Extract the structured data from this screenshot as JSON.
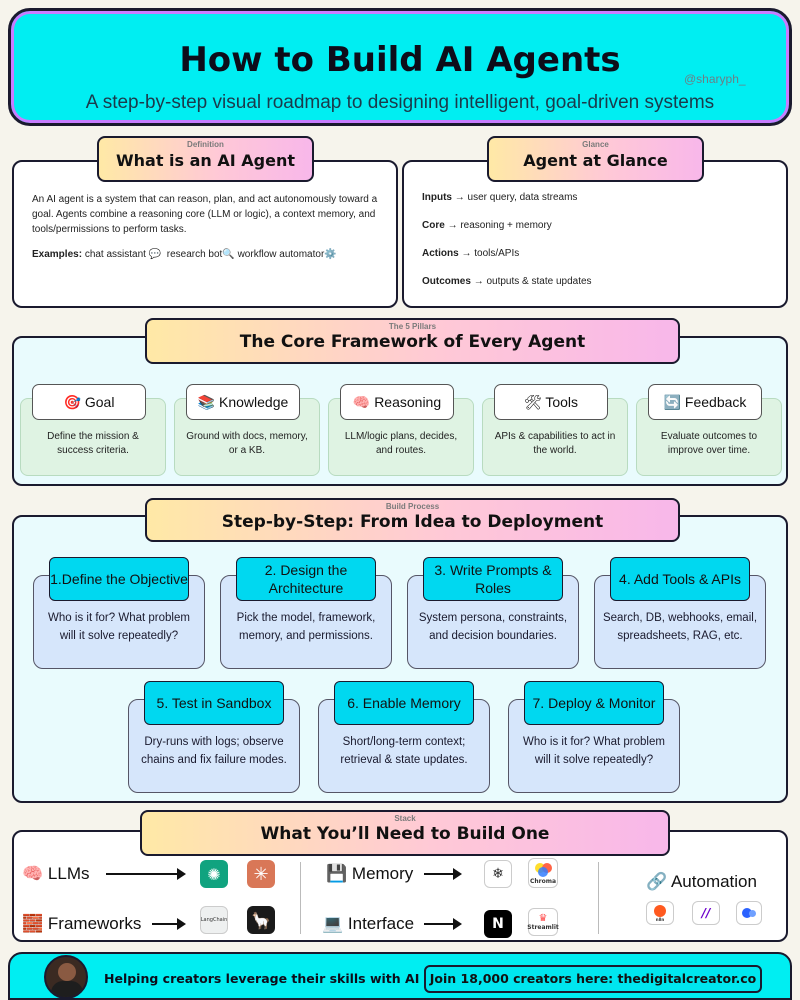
{
  "header": {
    "title": "How to Build AI Agents",
    "subtitle": "A step-by-step visual roadmap to designing intelligent, goal-driven systems",
    "handle": "@sharyph_"
  },
  "definition": {
    "tag": "Definition",
    "title": "What is an AI Agent",
    "body": "An AI agent is a system that can reason, plan, and act autonomously toward a goal. Agents combine a reasoning core (LLM or logic), a context memory, and tools/permissions to perform tasks.",
    "examples_label": "Examples:",
    "examples": [
      "chat assistant 💬",
      "research bot🔍",
      "workflow automator⚙️"
    ]
  },
  "glance": {
    "tag": "Glance",
    "title": "Agent at Glance",
    "lines": [
      {
        "key": "Inputs",
        "value": "→ user query, data streams"
      },
      {
        "key": "Core",
        "value": "→ reasoning + memory"
      },
      {
        "key": "Actions",
        "value": "→ tools/APIs"
      },
      {
        "key": "Outcomes",
        "value": "→ outputs & state updates"
      }
    ]
  },
  "pillars": {
    "tag": "The 5 Pillars",
    "title": "The Core Framework of Every Agent",
    "items": [
      {
        "icon": "🎯",
        "label": "Goal",
        "desc": "Define the mission & success criteria."
      },
      {
        "icon": "📚",
        "label": "Knowledge",
        "desc": "Ground with docs, memory, or a KB."
      },
      {
        "icon": "🧠",
        "label": "Reasoning",
        "desc": "LLM/logic plans, decides, and routes."
      },
      {
        "icon": "🛠",
        "label": "Tools",
        "desc": "APIs & capabilities to act in the world."
      },
      {
        "icon": "🔄",
        "label": "Feedback",
        "desc": "Evaluate outcomes to improve over time."
      }
    ]
  },
  "process": {
    "tag": "Build Process",
    "title": "Step-by-Step: From Idea to Deployment",
    "steps": [
      {
        "title": "1.Define the Objective",
        "desc": "Who is it for? What problem will it solve repeatedly?"
      },
      {
        "title": "2. Design the Architecture",
        "desc": "Pick the model, framework, memory, and permissions."
      },
      {
        "title": "3. Write Prompts & Roles",
        "desc": "System persona, constraints, and decision boundaries."
      },
      {
        "title": "4. Add Tools & APIs",
        "desc": "Search, DB, webhooks, email, spreadsheets, RAG, etc."
      },
      {
        "title": "5. Test in Sandbox",
        "desc": "Dry-runs with logs; observe chains and fix failure modes."
      },
      {
        "title": "6. Enable Memory",
        "desc": "Short/long-term context; retrieval & state updates."
      },
      {
        "title": "7. Deploy & Monitor",
        "desc": "Who is it for? What problem will it solve repeatedly?"
      }
    ]
  },
  "stack": {
    "tag": "Stack",
    "title": "What You’ll Need to Build One",
    "llms": {
      "icon": "🧠",
      "label": "LLMs"
    },
    "frameworks": {
      "icon": "🧱",
      "label": "Frameworks"
    },
    "memory": {
      "icon": "💾",
      "label": "Memory"
    },
    "interface": {
      "icon": "💻",
      "label": "Interface"
    },
    "automation": {
      "icon": "🔗",
      "label": "Automation"
    },
    "logos": {
      "langchain": "LangChain",
      "chroma": "Chroma",
      "streamlit": "Streamlit",
      "n8n": "n8n"
    }
  },
  "footer": {
    "tagline": "Helping creators leverage their skills with AI",
    "cta": "Join 18,000 creators here: thedigitalcreator.co"
  }
}
